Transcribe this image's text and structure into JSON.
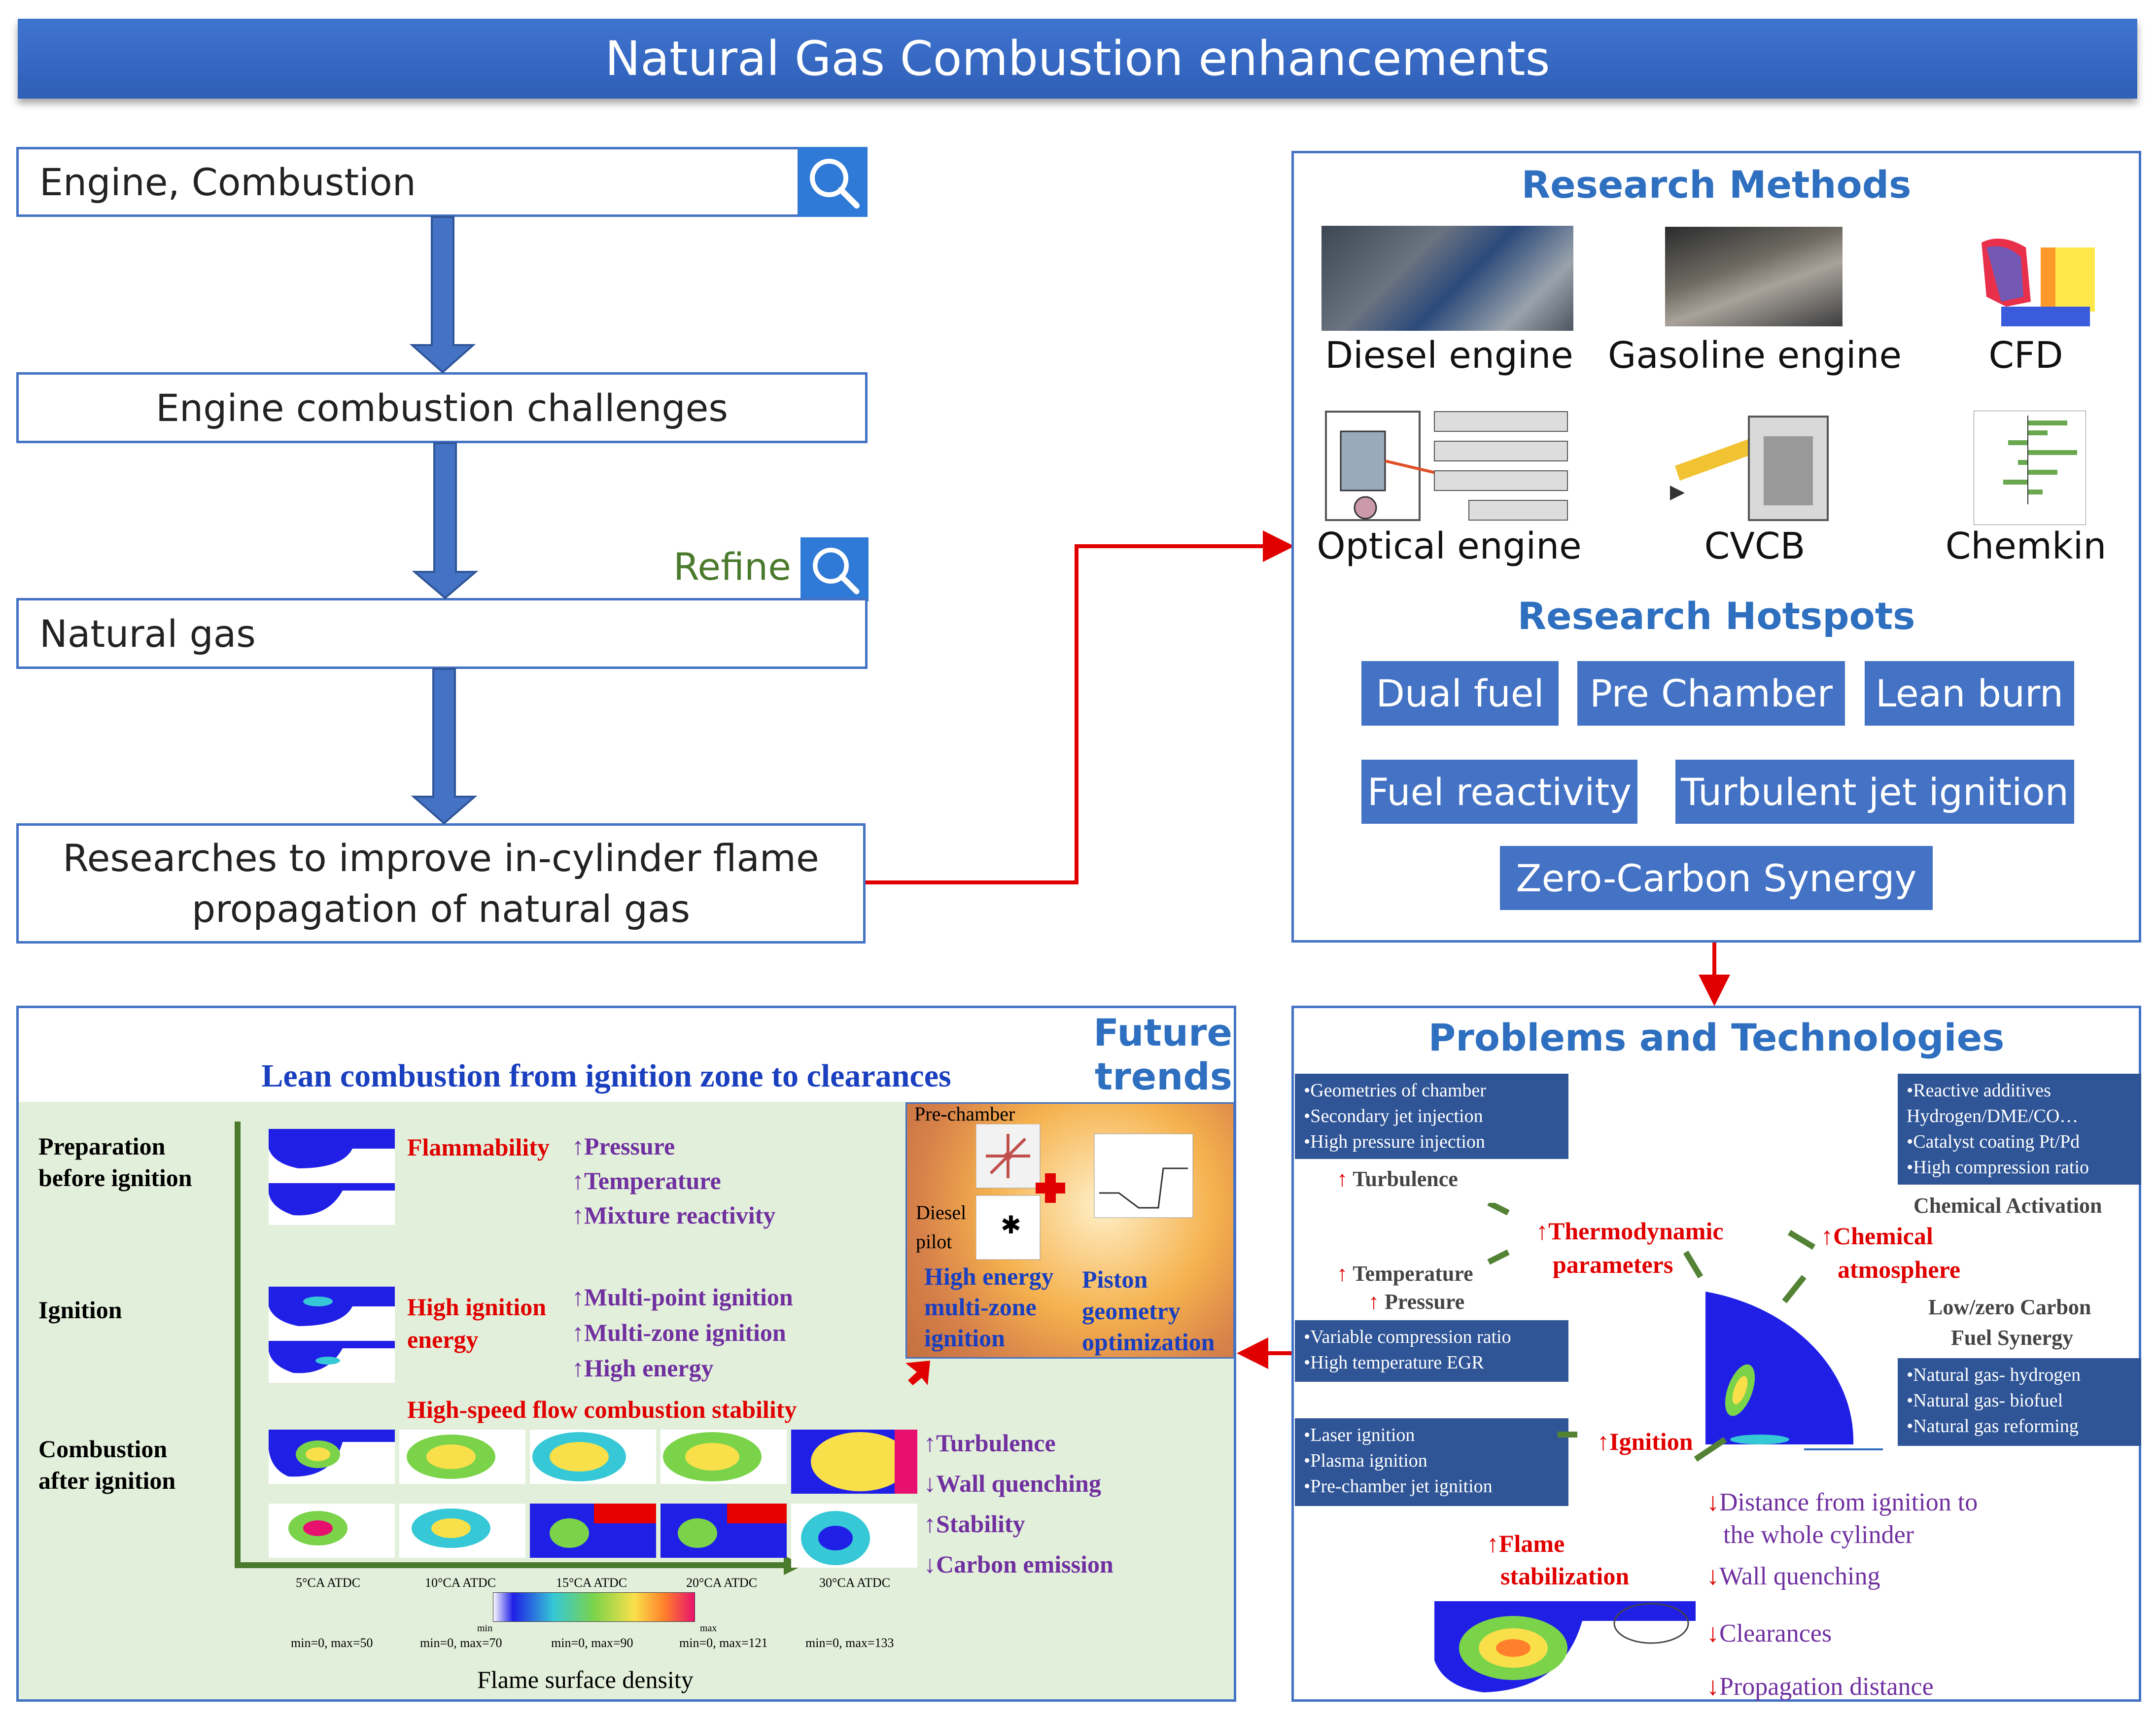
{
  "title": "Natural Gas Combustion enhancements",
  "flow": {
    "search_text": "Engine, Combustion",
    "step2": "Engine combustion challenges",
    "refine": "Refine",
    "step3": "Natural gas",
    "step4_line1": "Researches to improve in-cylinder flame",
    "step4_line2": "propagation of natural gas"
  },
  "methods": {
    "title": "Research Methods",
    "items": [
      "Diesel engine",
      "Gasoline engine",
      "CFD",
      "Optical engine",
      "CVCB",
      "Chemkin"
    ]
  },
  "hotspots": {
    "title": "Research Hotspots",
    "items": [
      "Dual fuel",
      "Pre Chamber",
      "Lean burn",
      "Fuel reactivity",
      "Turbulent jet ignition",
      "Zero-Carbon Synergy"
    ]
  },
  "future": {
    "title": "Future trends",
    "subtitle": "Lean combustion from ignition zone to clearances",
    "rows": [
      "Preparation",
      "before ignition",
      "Ignition",
      "Combustion",
      "after ignition"
    ],
    "flammability": "Flammability",
    "prep_items": [
      "Pressure",
      "Temperature",
      "Mixture reactivity"
    ],
    "high_ignition": [
      "High ignition",
      "energy"
    ],
    "ign_items": [
      "Multi-point ignition",
      "Multi-zone ignition",
      "High energy"
    ],
    "highspeed": "High-speed flow combustion stability",
    "comb_items": [
      {
        "arrow": "↑",
        "text": "Turbulence"
      },
      {
        "arrow": "↓",
        "text": "Wall quenching"
      },
      {
        "arrow": "↑",
        "text": "Stability"
      },
      {
        "arrow": "↓",
        "text": "Carbon emission"
      }
    ],
    "ca_labels": [
      "5°CA ATDC",
      "10°CA ATDC",
      "15°CA ATDC",
      "20°CA ATDC",
      "30°CA ATDC"
    ],
    "minmax": [
      "min=0, max=50",
      "min=0, max=70",
      "min=0, max=90",
      "min=0, max=121",
      "min=0,    max=133"
    ],
    "scale_min": "min",
    "scale_max": "max",
    "fsd": "Flame surface density",
    "prechamber": "Pre-chamber",
    "diesel": [
      "Diesel",
      "pilot"
    ],
    "high_energy": [
      "High energy",
      "multi-zone",
      "ignition"
    ],
    "piston": [
      "Piston",
      "geometry",
      "optimization"
    ]
  },
  "problems": {
    "title": "Problems and Technologies",
    "box1": [
      "•Geometries of chamber",
      "•Secondary jet injection",
      "•High pressure injection"
    ],
    "turbulence": "Turbulence",
    "temperature": "Temperature",
    "pressure": "Pressure",
    "thermo": [
      "Thermodynamic",
      "parameters"
    ],
    "box2": [
      "•Variable compression ratio",
      "•High temperature EGR"
    ],
    "box3": [
      "•Laser ignition",
      "•Plasma ignition",
      "•Pre-chamber jet ignition"
    ],
    "ignition": "Ignition",
    "box4": [
      "•Reactive additives",
      "Hydrogen/DME/CO…",
      "•Catalyst coating Pt/Pd",
      "•High compression ratio"
    ],
    "chem_activation": "Chemical Activation",
    "chemical": [
      "Chemical",
      "atmosphere"
    ],
    "lowzero": [
      "Low/zero Carbon",
      "Fuel Synergy"
    ],
    "box5": [
      "•Natural gas- hydrogen",
      "•Natural gas- biofuel",
      "•Natural gas reforming"
    ],
    "distance": [
      "Distance from ignition to",
      "the whole cylinder"
    ],
    "wallq": "Wall quenching",
    "clearances": "Clearances",
    "propagation": "Propagation distance",
    "flame_stab": [
      "Flame",
      "stabilization"
    ]
  },
  "colors": {
    "accent": "#4472c4",
    "red": "#e00000",
    "purple": "#7030a0",
    "navy": "#2f5597"
  }
}
